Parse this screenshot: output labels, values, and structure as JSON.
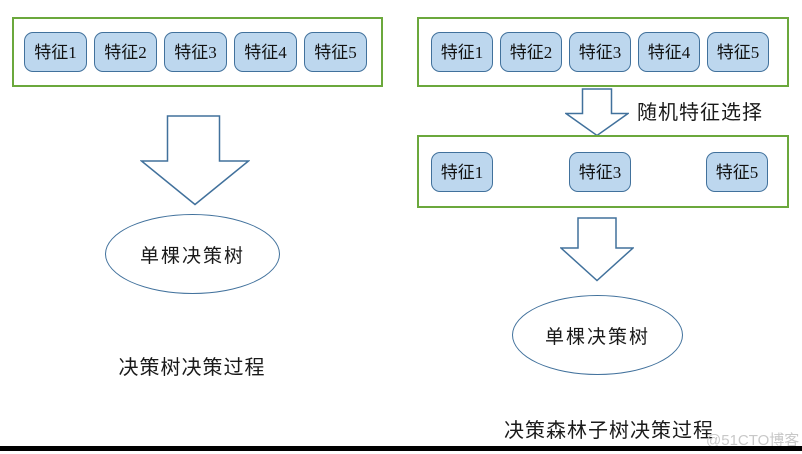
{
  "colors": {
    "feature_fill": "#BDD7EE",
    "feature_border": "#41719C",
    "group_border": "#6BA83C",
    "arrow_stroke": "#41719C",
    "ellipse_stroke": "#41719C",
    "text": "#1a1a1a",
    "watermark": "#c8c8c8",
    "bottom_bar": "#000000"
  },
  "left_panel": {
    "features": [
      "特征1",
      "特征2",
      "特征3",
      "特征4",
      "特征5"
    ],
    "node_label": "单棵决策树",
    "caption": "决策树决策过程"
  },
  "right_panel": {
    "features_all": [
      "特征1",
      "特征2",
      "特征3",
      "特征4",
      "特征5"
    ],
    "arrow1_label": "随机特征选择",
    "features_selected": [
      "特征1",
      "特征3",
      "特征5"
    ],
    "node_label": "单棵决策树",
    "caption": "决策森林子树决策过程"
  },
  "watermark": {
    "text": "@51CTO博客"
  }
}
